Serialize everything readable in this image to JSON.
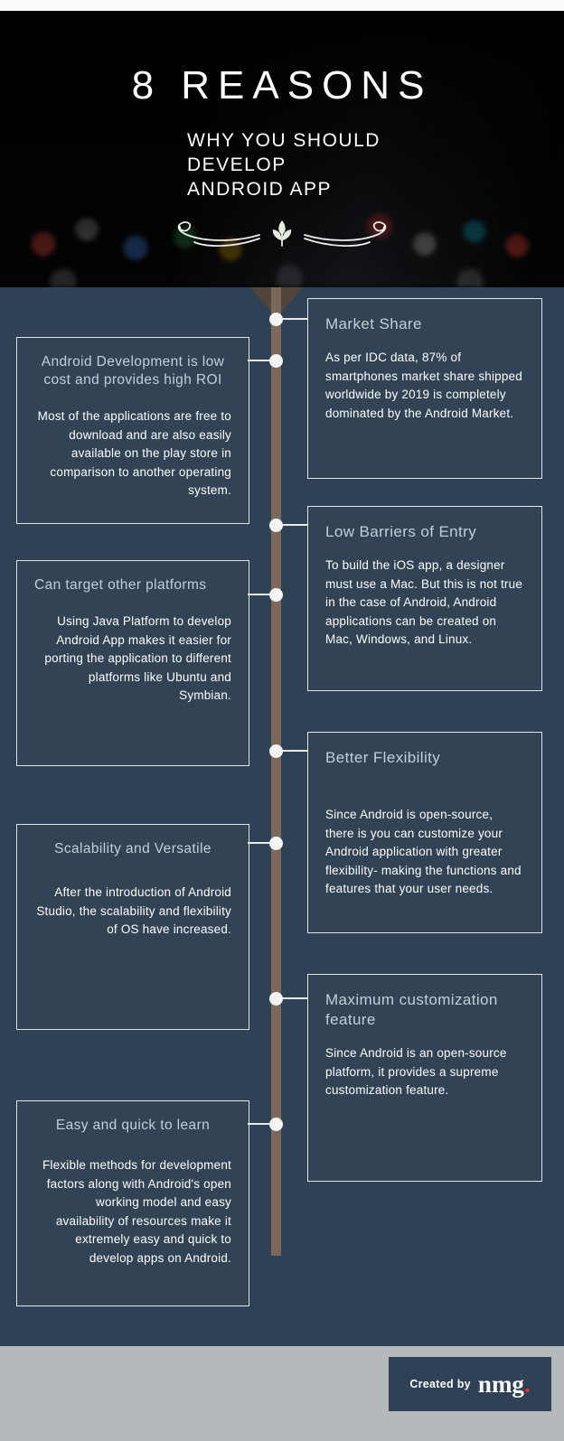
{
  "header": {
    "title": "8 REASONS",
    "subtitle_lines": [
      "WHY YOU SHOULD",
      "DEVELOP",
      "ANDROID APP"
    ]
  },
  "timeline": {
    "items": [
      {
        "side": "right",
        "title": "Market Share",
        "body": "As per IDC data, 87% of smartphones market share shipped worldwide by 2019 is completely dominated by the Android Market."
      },
      {
        "side": "left",
        "title": "Android Development is low cost and provides high ROI",
        "body": "Most of the applications are free to download and are also easily available on the play store in comparison to another operating system."
      },
      {
        "side": "right",
        "title": "Low Barriers of Entry",
        "body": "To build the iOS app, a designer must use a Mac. But this is not true in the case of Android, Android applications can be created on Mac, Windows, and Linux."
      },
      {
        "side": "left",
        "title": "Can target other platforms",
        "body": "Using Java Platform to develop Android App makes it easier for porting the application to different platforms like Ubuntu and Symbian."
      },
      {
        "side": "right",
        "title": "Better Flexibility",
        "body": "Since Android is open-source, there is you can customize your Android application with greater flexibility- making the functions and features that your user needs."
      },
      {
        "side": "left",
        "title": "Scalability and Versatile",
        "body": "After the introduction of Android Studio, the scalability and flexibility of OS have increased."
      },
      {
        "side": "right",
        "title": "Maximum customization feature",
        "body": "Since Android is an open-source platform, it provides a supreme customization feature."
      },
      {
        "side": "left",
        "title": "Easy and quick to learn",
        "body": "Flexible methods for development factors along with Android's open working model and easy availability of resources make it extremely easy and quick to develop apps on Android."
      }
    ]
  },
  "footer": {
    "created_by": "Created by",
    "brand": "nmg",
    "brand_dot": "."
  },
  "colors": {
    "body_background": "#2f4154",
    "header_background": "#050505",
    "timeline_line": "#7b685b",
    "card_border": "#dfe6ea",
    "card_title": "#c3ced8",
    "footer_gray": "#b6b9bb",
    "brand_accent": "#e62e2e"
  }
}
